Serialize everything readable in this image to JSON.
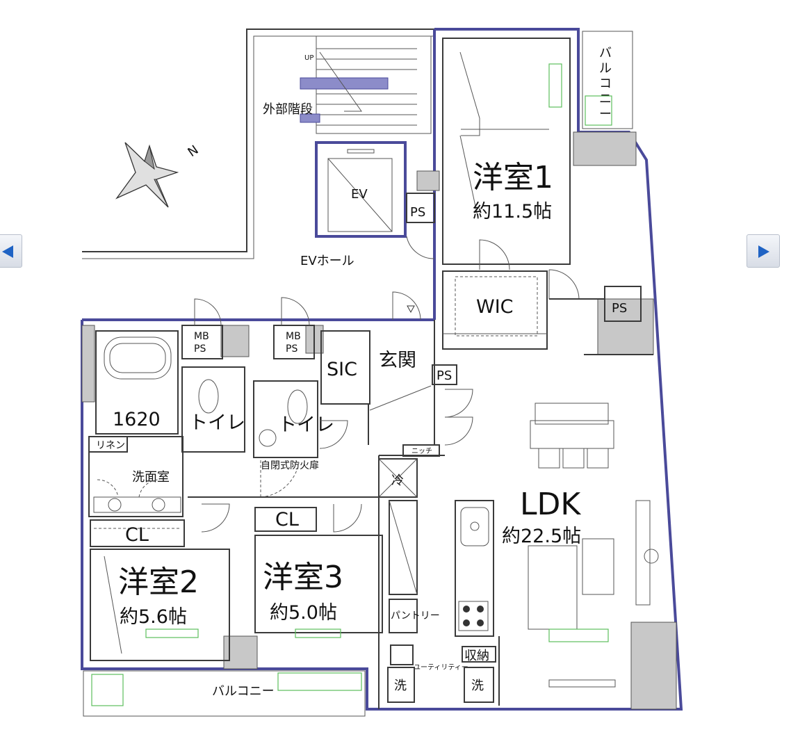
{
  "nav": {
    "prev_icon": "triangle-left-icon",
    "next_icon": "triangle-right-icon",
    "accent": "#1f63c4"
  },
  "compass": {
    "north": "N",
    "icon": "compass-rose-icon"
  },
  "colors": {
    "outer_wall": "#4a4a9a",
    "wall": "#3a3a3a",
    "window": "#5cbf5c",
    "column": "#c8c8c8"
  },
  "rooms": {
    "western1": {
      "name": "洋室1",
      "size": "約11.5帖"
    },
    "western2": {
      "name": "洋室2",
      "size": "約5.6帖"
    },
    "western3": {
      "name": "洋室3",
      "size": "約5.0帖"
    },
    "ldk": {
      "name": "LDK",
      "size": "約22.5帖"
    },
    "entrance": "玄関",
    "sic": "SIC",
    "wic": "WIC",
    "bath": "1620",
    "washroom": "洗面室",
    "linen": "リネン",
    "toilet1": "トイレ",
    "toilet2": "トイレ",
    "cl1": "CL",
    "cl2": "CL",
    "pantry": "パントリー",
    "niche": "ニッチ",
    "fridge": "冷",
    "storage": "収納",
    "utility": "ユーティリティー",
    "wash1": "洗",
    "wash2": "洗"
  },
  "common": {
    "ev": "EV",
    "ev_hall": "EVホール",
    "stairs": "外部階段",
    "up": "UP",
    "fire_door": "自閉式防火扉",
    "balcony_bottom": "バルコニー",
    "balcony_top": "バルコニー"
  },
  "ps": {
    "ps1": "PS",
    "ps2": "PS",
    "ps3": "PS",
    "mbps1_a": "MB",
    "mbps1_b": "PS",
    "mbps2_a": "MB",
    "mbps2_b": "PS"
  }
}
